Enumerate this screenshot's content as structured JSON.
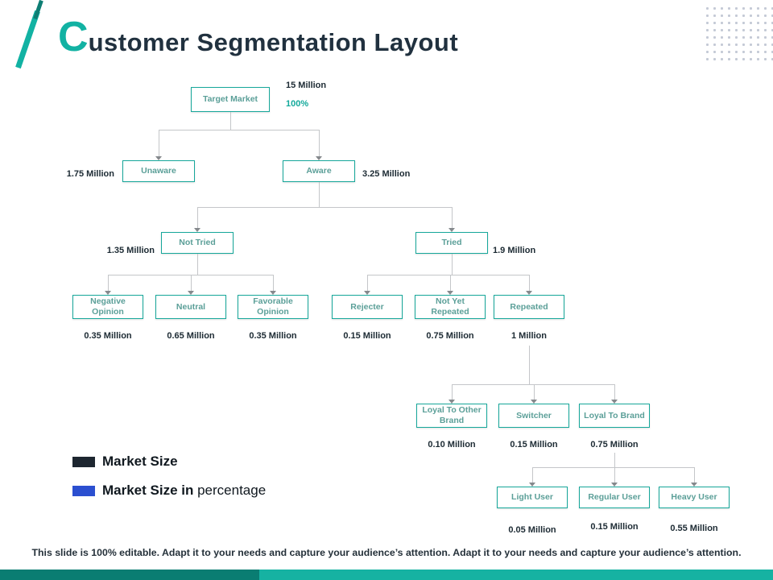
{
  "slide": {
    "title": {
      "initial": "C",
      "rest": "ustomer Segmentation Layout"
    },
    "footer": "This slide is 100% editable. Adapt it to your needs and capture your audience’s attention. Adapt it to your needs and capture your audience’s attention."
  },
  "colors": {
    "accent_teal": "#12b2a3",
    "title_navy": "#21313f",
    "box_border_teal": "#16a79a",
    "box_text_teal": "#5b9f98",
    "value_text": "#1c2a33",
    "connector_gray": "#c4c6c9",
    "legend_black": "#1d2630",
    "legend_blue": "#2b4fd0",
    "bottom_bar_left": "#0a7d72",
    "bottom_bar_right": "#16b2a2"
  },
  "nodes": {
    "target_market": {
      "label": "Target Market",
      "value": "15 Million",
      "percent": "100%"
    },
    "unaware": {
      "label": "Unaware",
      "value": "1.75 Million"
    },
    "aware": {
      "label": "Aware",
      "value": "3.25 Million"
    },
    "not_tried": {
      "label": "Not Tried",
      "value": "1.35 Million"
    },
    "tried": {
      "label": "Tried",
      "value": "1.9 Million"
    },
    "negative_opinion": {
      "label": "Negative Opinion",
      "value": "0.35 Million"
    },
    "neutral": {
      "label": "Neutral",
      "value": "0.65 Million"
    },
    "favorable_opinion": {
      "label": "Favorable Opinion",
      "value": "0.35 Million"
    },
    "rejecter": {
      "label": "Rejecter",
      "value": "0.15 Million"
    },
    "not_yet_repeated": {
      "label": "Not Yet Repeated",
      "value": "0.75 Million"
    },
    "repeated": {
      "label": "Repeated",
      "value": "1 Million"
    },
    "loyal_to_other_brand": {
      "label": "Loyal To Other Brand",
      "value": "0.10 Million"
    },
    "switcher": {
      "label": "Switcher",
      "value": "0.15 Million"
    },
    "loyal_to_brand": {
      "label": "Loyal To Brand",
      "value": "0.75 Million"
    },
    "light_user": {
      "label": "Light User",
      "value": "0.05 Million"
    },
    "regular_user": {
      "label": "Regular User",
      "value": "0.15 Million"
    },
    "heavy_user": {
      "label": "Heavy User",
      "value": "0.55 Million"
    }
  },
  "legend": {
    "market_size": {
      "label": "Market Size"
    },
    "market_size_percentage": {
      "label_bold": "Market Size in",
      "label_regular": " percentage"
    }
  }
}
